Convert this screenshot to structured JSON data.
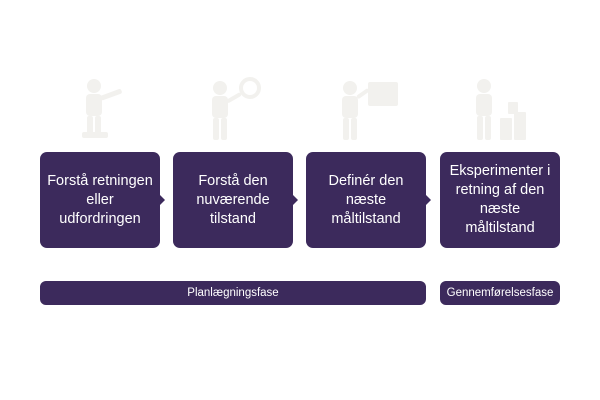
{
  "steps": [
    {
      "label": "Forstå retningen eller udfordringen",
      "figure": "person-pointing-icon"
    },
    {
      "label": "Forstå den nuværende tilstand",
      "figure": "person-magnifier-icon"
    },
    {
      "label": "Definér den næste måltilstand",
      "figure": "person-board-icon"
    },
    {
      "label": "Eksperimenter i retning af den næste måltilstand",
      "figure": "person-boxes-icon"
    }
  ],
  "phases": {
    "planning": "Planlægningsfase",
    "execution": "Gennemførelsesfase"
  },
  "colors": {
    "box_fill": "#3c2a5c",
    "box_text": "#ffffff",
    "figure_tint": "#f2f1ee"
  }
}
